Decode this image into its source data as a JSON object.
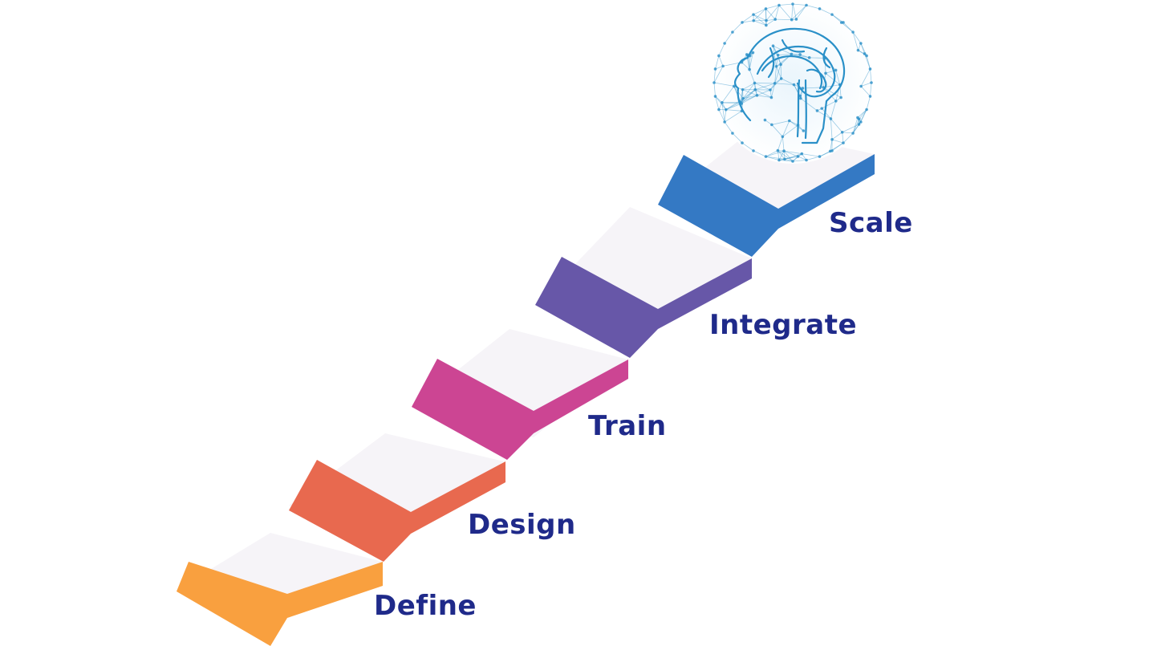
{
  "diagram": {
    "steps": [
      {
        "label": "Define",
        "color": "#F9A03F"
      },
      {
        "label": "Design",
        "color": "#E8694F"
      },
      {
        "label": "Train",
        "color": "#CC4593"
      },
      {
        "label": "Integrate",
        "color": "#6757A8"
      },
      {
        "label": "Scale",
        "color": "#3479C4"
      }
    ],
    "tread_color": "#F6F4F8",
    "label_color": "#1F2A8A",
    "brain_color": "#2A90C8",
    "top_icon": "brain-globe-icon"
  }
}
